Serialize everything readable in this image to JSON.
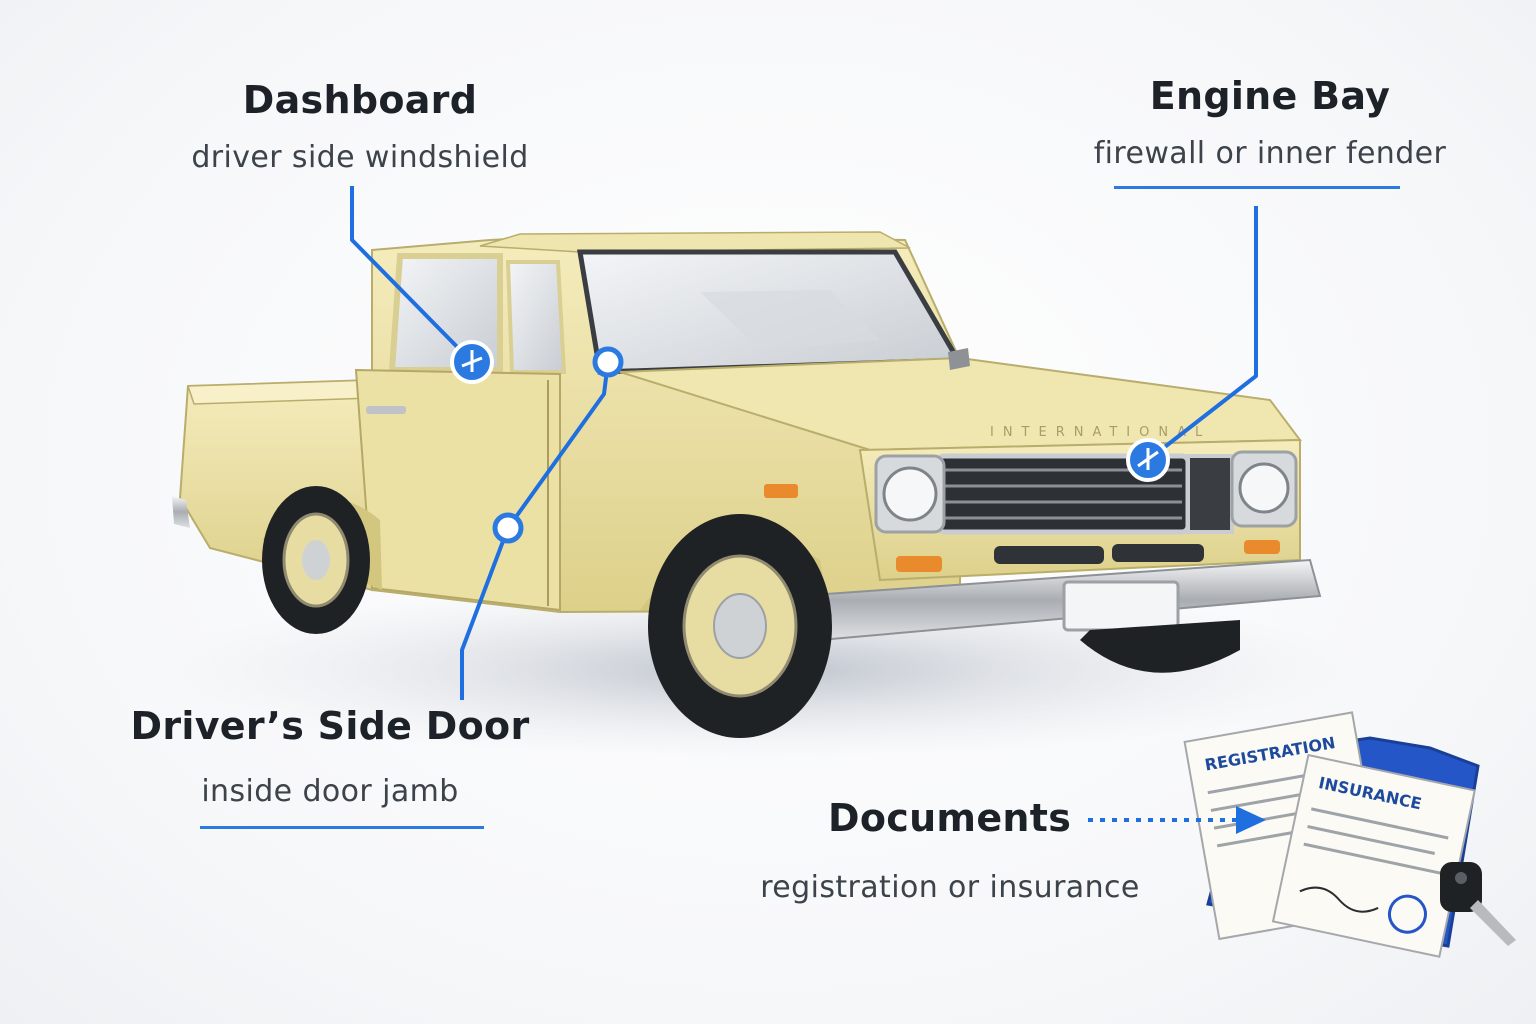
{
  "callouts": {
    "dashboard": {
      "title": "Dashboard",
      "subtitle": "driver side windshield"
    },
    "engine_bay": {
      "title": "Engine Bay",
      "subtitle": "firewall or inner fender"
    },
    "drivers_door": {
      "title": "Driver’s Side Door",
      "subtitle": "inside door jamb"
    },
    "documents": {
      "title": "Documents",
      "subtitle": "registration or insurance"
    }
  },
  "truck": {
    "hood_badge": "INTERNATIONAL",
    "body_color": "#eee3a6"
  },
  "documents_art": {
    "registration_label": "REGISTRATION",
    "insurance_label": "INSURANCE"
  },
  "colors": {
    "accent": "#1f6fe0",
    "folder": "#2456c8"
  },
  "icons": [
    "vin-marker-icon",
    "keys-icon",
    "folder-icon",
    "document-icon"
  ]
}
